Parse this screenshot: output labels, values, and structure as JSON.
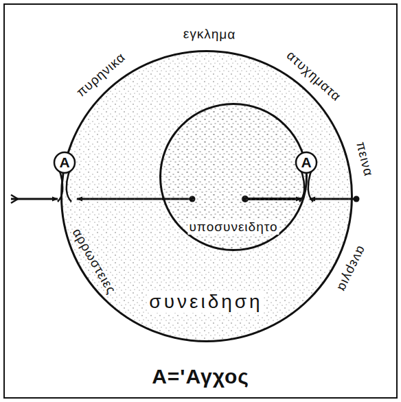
{
  "diagram": {
    "nodes": [
      {
        "text": [
          "συνειδηση"
        ]
      },
      {
        "text": [
          "υποσυνειδητο"
        ],
        "in": 0
      },
      {
        "text": [
          "A"
        ]
      },
      {
        "text": [
          "A"
        ]
      }
    ],
    "edges": [
      {
        "from": 1,
        "to": 2,
        "arrow": "to"
      }
    ],
    "labels": [
      "πυρηνικα",
      "εγκλημα",
      "ατυχηματα",
      "πεινα",
      "ανεργια",
      "αρρωστειες",
      "A='Αγχος"
    ]
  }
}
